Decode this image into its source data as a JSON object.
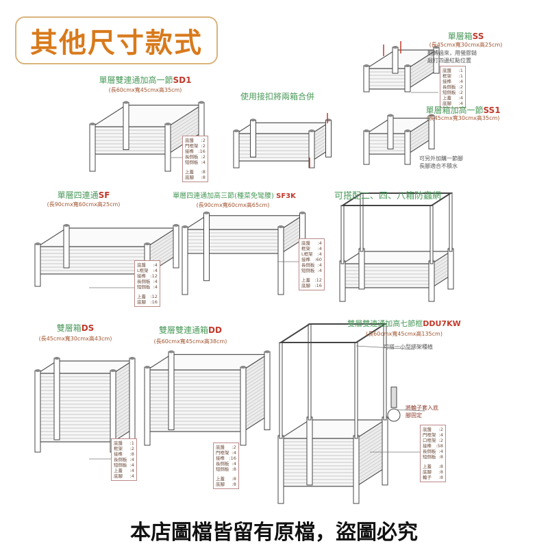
{
  "header": {
    "title": "其他尺寸款式"
  },
  "products": [
    {
      "id": "ss",
      "name": "單層箱",
      "code": "SS",
      "dims": "(長45cmx寬30cmx高25cm)",
      "note": [
        "翻轉過來，用螢膠鎚",
        "敲打四邊紅點位置"
      ],
      "parts": [
        [
          "底盤",
          "1"
        ],
        [
          "框架",
          "1"
        ],
        [
          "接榫",
          "4"
        ],
        [
          "長側板",
          "2"
        ],
        [
          "短側板",
          "2"
        ],
        [
          "上蓋",
          "4"
        ],
        [
          "底腳",
          "4"
        ]
      ]
    },
    {
      "id": "ss1",
      "name": "單層箱加高一節",
      "code": "SS1",
      "dims": "(長45cmx寬30cmx高35cm)",
      "note": [
        "可另外加購一節腳",
        "長腳適合不積水"
      ]
    },
    {
      "id": "sd1",
      "name": "單層雙連通加高一節",
      "code": "SD1",
      "dims": "(長60cmx寬45cmx高35cm)",
      "parts": [
        [
          "底盤",
          "2"
        ],
        [
          "門框架",
          "2"
        ],
        [
          "接榫",
          "16"
        ],
        [
          "長側板",
          "2"
        ],
        [
          "短側板",
          "4"
        ],
        [
          "上蓋",
          "8"
        ],
        [
          "底腳",
          "8"
        ]
      ]
    },
    {
      "id": "combine",
      "name": "使用接扣將兩箱合併"
    },
    {
      "id": "sf",
      "name": "單層四連通",
      "code": "SF",
      "dims": "(長90cmx寬60cmx高25cm)",
      "parts": [
        [
          "底盤",
          "4"
        ],
        [
          "L框架",
          "4"
        ],
        [
          "接榫",
          "12"
        ],
        [
          "長側板",
          "4"
        ],
        [
          "短側板",
          "4"
        ],
        [
          "上蓋",
          "12"
        ],
        [
          "底腳",
          "16"
        ]
      ]
    },
    {
      "id": "sf3k",
      "name": "單層四連通加高三節(種菜免彎腰)",
      "code": "SF3K",
      "dims": "(長90cmx寬60cmx高65cm)",
      "parts": [
        [
          "底盤",
          "4"
        ],
        [
          "框架",
          "4"
        ],
        [
          "L框架",
          "4"
        ],
        [
          "接榫",
          "60"
        ],
        [
          "長側板",
          "4"
        ],
        [
          "短側板",
          "4"
        ],
        [
          "上蓋",
          "12"
        ],
        [
          "底腳",
          "16"
        ]
      ]
    },
    {
      "id": "net",
      "name": "可搭配二、四、八箱防蟲網"
    },
    {
      "id": "ds",
      "name": "雙層箱",
      "code": "DS",
      "dims": "(長45cmx寬30cmx高43cm)",
      "parts": [
        [
          "底盤",
          "1"
        ],
        [
          "框架",
          "2"
        ],
        [
          "接榫",
          "8"
        ],
        [
          "長側板",
          "4"
        ],
        [
          "短側板",
          "4"
        ],
        [
          "上蓋",
          "4"
        ],
        [
          "底腳",
          "4"
        ]
      ]
    },
    {
      "id": "dd",
      "name": "雙層雙連通箱",
      "code": "DD",
      "dims": "(長60cmx寬45cmx高38cm)",
      "parts": [
        [
          "底盤",
          "2"
        ],
        [
          "門框架",
          "4"
        ],
        [
          "接榫",
          "16"
        ],
        [
          "長側板",
          "4"
        ],
        [
          "短側板",
          "8"
        ],
        [
          "上蓋",
          "8"
        ],
        [
          "底腳",
          "8"
        ]
      ]
    },
    {
      "id": "ddu7kw",
      "name": "雙層雙連通加高七節框",
      "code": "DDU7KW",
      "dims": "(長60cmx寬45cmx高135cm)",
      "note": [
        "可搭一小型綁架種植"
      ],
      "wheel_note": [
        "將輪子套入底",
        "腳固定"
      ],
      "parts": [
        [
          "底盤",
          "2"
        ],
        [
          "門框架",
          "4"
        ],
        [
          "口框架",
          "2"
        ],
        [
          "接榫",
          "58"
        ],
        [
          "長側板",
          "4"
        ],
        [
          "短側板",
          "8"
        ],
        [
          "上蓋",
          "8"
        ],
        [
          "底腳",
          "8"
        ],
        [
          "輪子",
          "8"
        ]
      ]
    }
  ],
  "footer": {
    "text": "本店圖檔皆留有原檔，盜圖必究"
  },
  "colors": {
    "title": "#d87a1c",
    "name": "#4a9a5a",
    "code": "#c0392b",
    "dims": "#a0522d"
  }
}
